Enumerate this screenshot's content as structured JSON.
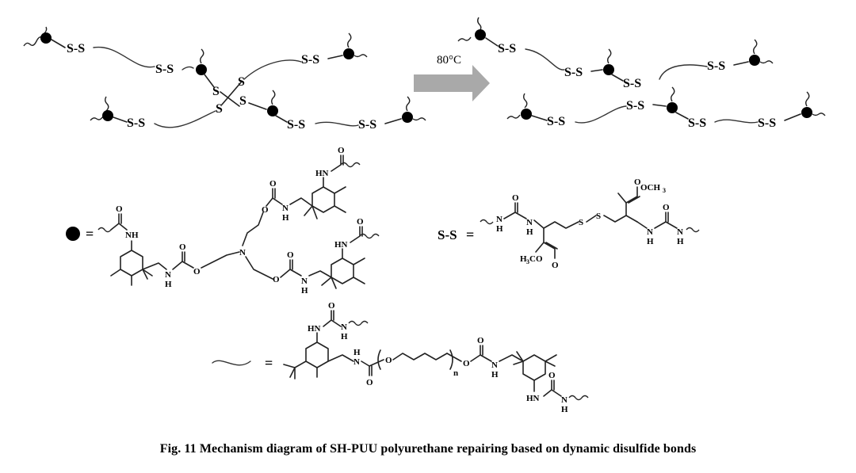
{
  "scheme": {
    "disulfide_label": "S-S",
    "sulfur_label": "S",
    "temperature_label": "80°C"
  },
  "legend": {
    "equals_sign": "=",
    "crosslinker_atoms": {
      "nh": "NH",
      "n": "N",
      "hn": "HN",
      "o": "O",
      "h": "H"
    },
    "disulfide_symbol": "S-S",
    "disulfide_atoms": {
      "och3": "OCH",
      "h3co": "H",
      "co_tail": "CO",
      "n": "N",
      "h": "H",
      "s": "S",
      "o": "O",
      "three": "3"
    },
    "chain_atoms": {
      "hn": "HN",
      "n": "N",
      "h": "H",
      "o": "O",
      "n_repeat": "n"
    }
  },
  "caption": "Fig. 11  Mechanism diagram of SH-PUU polyurethane repairing based on dynamic disulfide bonds",
  "colors": {
    "arrow_fill": "#a9a9a9",
    "bead": "#000000",
    "line": "#222222"
  }
}
